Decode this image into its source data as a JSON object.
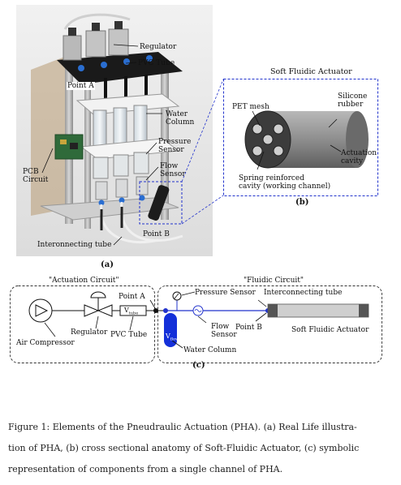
{
  "figure_a": {
    "labels": {
      "regulator": "Regulator",
      "pvc_tube": "PVC Tube",
      "point_a": "Point A",
      "water_column": "Water\nColumn",
      "pressure_sensor": "Pressure\nSensor",
      "flow_sensor": "Flow\nSensor",
      "pcb_circuit": "PCB\nCircuit",
      "point_b": "Point B",
      "interconnecting_tube": "Interonnecting tube"
    },
    "sublabel": "(a)"
  },
  "figure_b": {
    "title": "Soft Fluidic Actuator",
    "labels": {
      "pet_mesh": "PET mesh",
      "silicone_rubber": "Silicone\nrubber",
      "actuation_cavity": "Actuation\ncavity",
      "spring_cavity": "Spring reinforced\ncavity (working channel)"
    },
    "sublabel": "(b)"
  },
  "figure_c": {
    "actuation_circuit": "\"Actuation Circuit\"",
    "fluidic_circuit": "\"Fluidic Circuit\"",
    "labels": {
      "air_compressor": "Air Compressor",
      "regulator": "Regulator",
      "pvc_tube": "PVC Tube",
      "point_a": "Point A",
      "pressure_sensor": "Pressure Sensor",
      "flow_sensor": "Flow\nSensor",
      "water_column": "Water Column",
      "interconnecting_tube": "Interconnecting tube",
      "point_b": "Point B",
      "soft_fluidic_actuator": "Soft Fluidic Actuator",
      "v_tube": "V",
      "v_tube_sub": "tube",
      "v_flow": "V",
      "v_flow_sub": "flow"
    },
    "sublabel": "(c)"
  },
  "caption": {
    "line1": "Figure 1: Elements of the Pneudraulic Actuation (PHA). (a) Real Life illustra-",
    "line2": "tion of PHA, (b) cross sectional anatomy of Soft-Fluidic Actuator, (c) symbolic",
    "line3": "representation of components from a single channel of PHA."
  }
}
